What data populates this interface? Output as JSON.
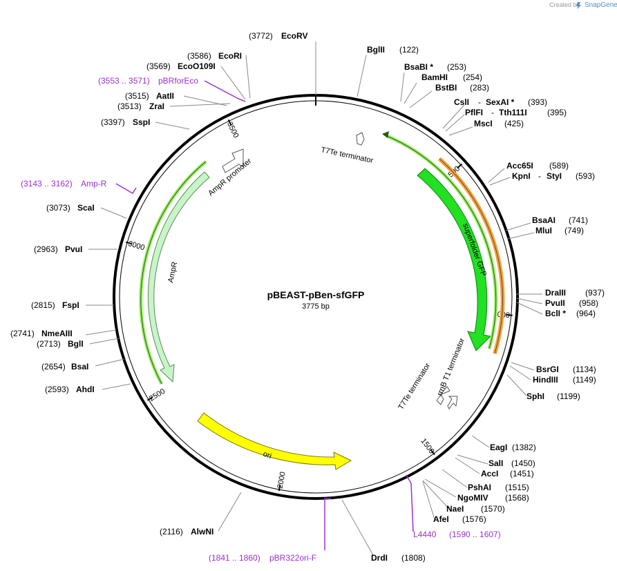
{
  "credit": {
    "created_by": "Created by",
    "brand": "SnapGene",
    "brand_color": "#4d8fcf"
  },
  "plasmid": {
    "name": "pBEAST-pBen-sfGFP",
    "size_label": "3775 bp",
    "length": 3775,
    "tick_labels": [
      {
        "pos": 500,
        "text": "500"
      },
      {
        "pos": 1000,
        "text": "1000"
      },
      {
        "pos": 1500,
        "text": "1500"
      },
      {
        "pos": 2000,
        "text": "2000"
      },
      {
        "pos": 2500,
        "text": "2500"
      },
      {
        "pos": 3000,
        "text": "3000"
      },
      {
        "pos": 3500,
        "text": "3500"
      }
    ]
  },
  "colors": {
    "backbone": "#000000",
    "gfp": "#22e022",
    "amp": "#c8f5c8",
    "ori": "#ffff00",
    "primer": "#9b30d0",
    "orange_feature": "#f5a142",
    "green_feature": "#55dd22"
  },
  "features": [
    {
      "id": "sfgfp",
      "label": "superfolder GFP",
      "color": "#22e022"
    },
    {
      "id": "ampr",
      "label": "AmpR",
      "color": "#c8f5c8"
    },
    {
      "id": "ampr-promoter",
      "label": "AmpR promoter",
      "color": "#ffffff"
    },
    {
      "id": "ori",
      "label": "ori",
      "color": "#ffff00"
    },
    {
      "id": "t7te-1",
      "label": "T7Te terminator",
      "color": "#ffffff"
    },
    {
      "id": "t7te-2",
      "label": "T7Te terminator",
      "color": "#ffffff"
    },
    {
      "id": "rrnb",
      "label": "rrnB T1 terminator",
      "color": "#ffffff"
    }
  ],
  "sites": [
    {
      "name": "EcoRV",
      "pos": "(3772)"
    },
    {
      "name": "BglII",
      "pos": "(122)"
    },
    {
      "name": "BsaBI *",
      "pos": "(253)"
    },
    {
      "name": "BamHI",
      "pos": "(254)"
    },
    {
      "name": "BstBI",
      "pos": "(283)"
    },
    {
      "name": "CslI",
      "pos": "(393)",
      "extra_name": "SexAI *"
    },
    {
      "name": "PflFI",
      "pos": "(395)",
      "extra_name": "Tth111I"
    },
    {
      "name": "MscI",
      "pos": "(425)"
    },
    {
      "name": "Acc65I",
      "pos": "(589)"
    },
    {
      "name": "KpnI",
      "pos": "(593)",
      "extra_name": "StyI"
    },
    {
      "name": "BsaAI",
      "pos": "(741)"
    },
    {
      "name": "MluI",
      "pos": "(749)"
    },
    {
      "name": "DraIII",
      "pos": "(937)"
    },
    {
      "name": "PvuII",
      "pos": "(958)"
    },
    {
      "name": "BclI *",
      "pos": "(964)"
    },
    {
      "name": "BsrGI",
      "pos": "(1134)"
    },
    {
      "name": "HindIII",
      "pos": "(1149)"
    },
    {
      "name": "SphI",
      "pos": "(1199)"
    },
    {
      "name": "EagI",
      "pos": "(1382)"
    },
    {
      "name": "SalI",
      "pos": "(1450)"
    },
    {
      "name": "AccI",
      "pos": "(1451)"
    },
    {
      "name": "PshAI",
      "pos": "(1515)"
    },
    {
      "name": "NgoMIV",
      "pos": "(1568)"
    },
    {
      "name": "NaeI",
      "pos": "(1570)"
    },
    {
      "name": "AfeI",
      "pos": "(1576)"
    },
    {
      "name": "DrdI",
      "pos": "(1808)"
    },
    {
      "name": "AlwNI",
      "pos": "(2116)"
    },
    {
      "name": "AhdI",
      "pos": "(2593)"
    },
    {
      "name": "BsaI",
      "pos": "(2654)"
    },
    {
      "name": "BglI",
      "pos": "(2713)"
    },
    {
      "name": "NmeAIII",
      "pos": "(2741)"
    },
    {
      "name": "FspI",
      "pos": "(2815)"
    },
    {
      "name": "PvuI",
      "pos": "(2963)"
    },
    {
      "name": "ScaI",
      "pos": "(3073)"
    },
    {
      "name": "SspI",
      "pos": "(3397)"
    },
    {
      "name": "ZraI",
      "pos": "(3513)"
    },
    {
      "name": "AatII",
      "pos": "(3515)"
    },
    {
      "name": "EcoO109I",
      "pos": "(3569)"
    },
    {
      "name": "EcoRI",
      "pos": "(3586)"
    }
  ],
  "primers": [
    {
      "name": "pBRforEco",
      "range": "(3553 .. 3571)"
    },
    {
      "name": "Amp-R",
      "range": "(3143 .. 3162)"
    },
    {
      "name": "L4440",
      "range": "(1590 .. 1607)"
    },
    {
      "name": "pBR322ori-F",
      "range": "(1841 .. 1860)"
    }
  ]
}
